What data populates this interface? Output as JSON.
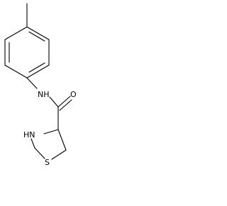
{
  "molecule": {
    "atoms": [
      {
        "id": "amide-n",
        "label": "NH"
      },
      {
        "id": "carbonyl-o",
        "label": "O"
      },
      {
        "id": "ring-n",
        "label": "HN"
      },
      {
        "id": "ring-s",
        "label": "S"
      }
    ]
  },
  "colors": {
    "bond": "#000000",
    "label": "#000000",
    "background": "#ffffff"
  }
}
